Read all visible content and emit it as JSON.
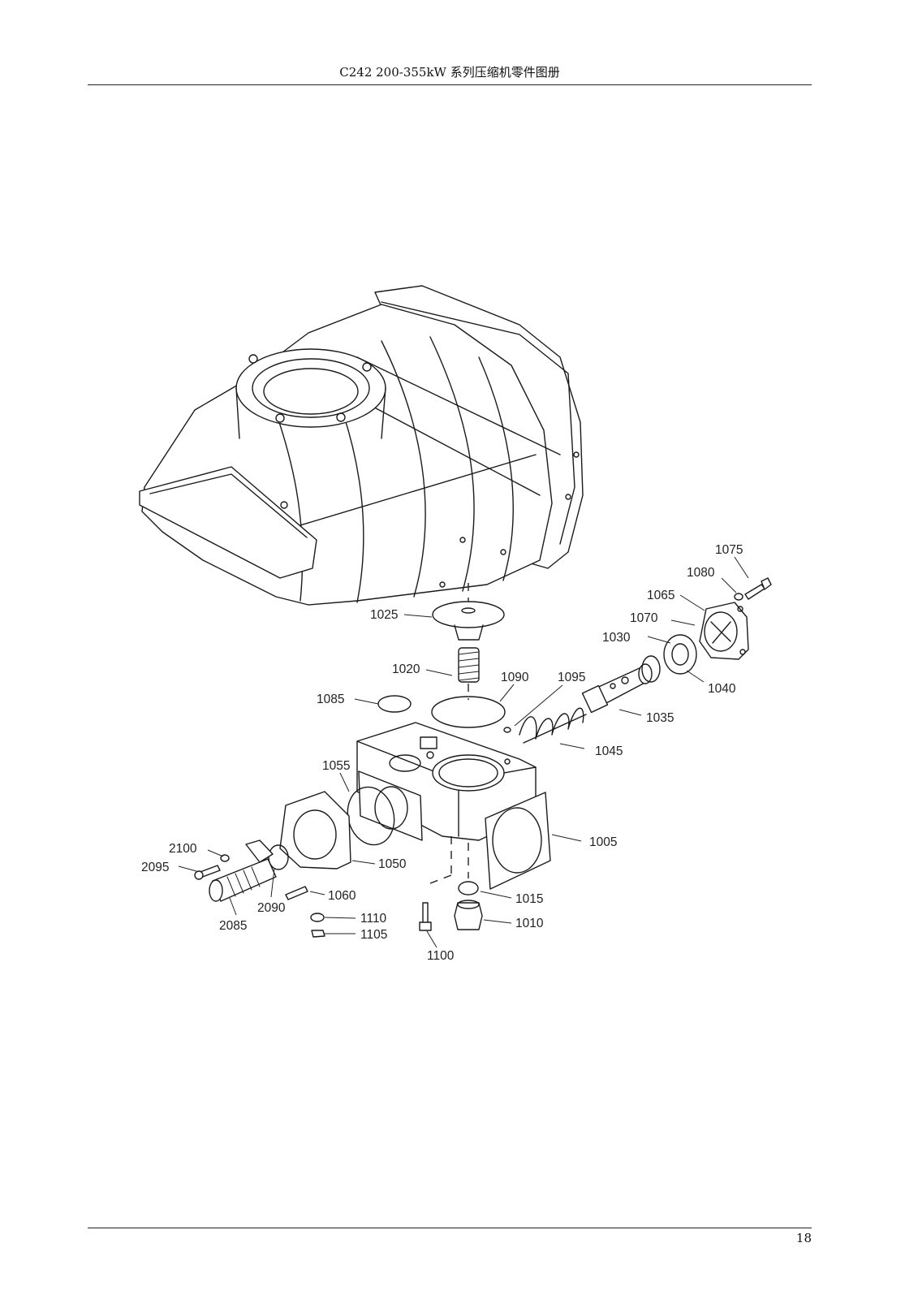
{
  "header": {
    "title": "C242 200-355kW 系列压缩机零件图册"
  },
  "footer": {
    "page_number": "18"
  },
  "callouts": {
    "c1075": "1075",
    "c1080": "1080",
    "c1065": "1065",
    "c1070": "1070",
    "c1030": "1030",
    "c1040": "1040",
    "c1035": "1035",
    "c1025": "1025",
    "c1020": "1020",
    "c1090": "1090",
    "c1095": "1095",
    "c1085": "1085",
    "c1045": "1045",
    "c1055": "1055",
    "c1005": "1005",
    "c2100": "2100",
    "c2095": "2095",
    "c1050": "1050",
    "c1060": "1060",
    "c2090": "2090",
    "c2085": "2085",
    "c1110": "1110",
    "c1105": "1105",
    "c1015": "1015",
    "c1010": "1010",
    "c1100": "1100"
  }
}
